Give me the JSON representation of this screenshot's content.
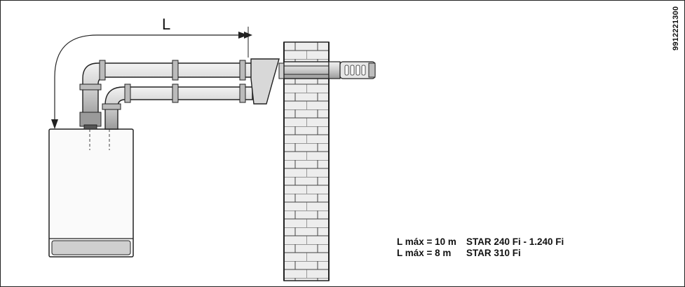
{
  "dimension_label": "L",
  "drawing_code": "9912221300",
  "specs": [
    {
      "length": "L máx = 10 m",
      "models": "STAR 240 Fi - 1.240 Fi"
    },
    {
      "length": "L máx = 8 m",
      "models": "STAR 310 Fi"
    }
  ]
}
